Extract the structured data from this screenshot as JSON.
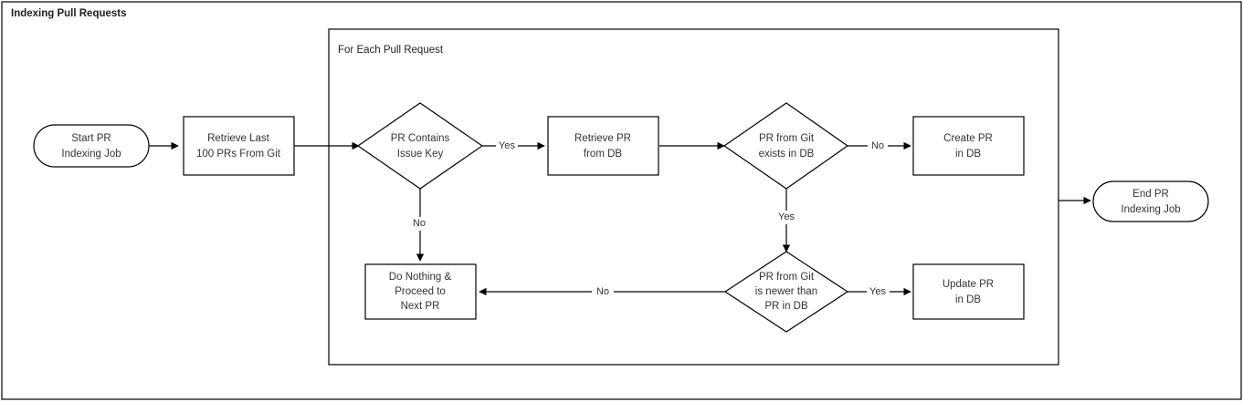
{
  "diagram": {
    "title": "Indexing Pull Requests",
    "frame_label": "For Each Pull Request",
    "colors": {
      "background": "#ffffff",
      "stroke": "#000000",
      "text": "#333333",
      "title_text": "#222222"
    }
  },
  "nodes": {
    "start": {
      "type": "stadium",
      "lines": [
        "Start PR",
        "Indexing Job"
      ]
    },
    "retrieve_git": {
      "type": "rect",
      "lines": [
        "Retrieve Last",
        "100 PRs From Git"
      ]
    },
    "has_issue_key": {
      "type": "diamond",
      "lines": [
        "PR Contains",
        "Issue Key"
      ]
    },
    "do_nothing": {
      "type": "rect",
      "lines": [
        "Do Nothing &",
        "Proceed to",
        "Next PR"
      ]
    },
    "retrieve_db": {
      "type": "rect",
      "lines": [
        "Retrieve PR",
        "from DB"
      ]
    },
    "exists_in_db": {
      "type": "diamond",
      "lines": [
        "PR from Git",
        "exists in DB"
      ]
    },
    "create_pr": {
      "type": "rect",
      "lines": [
        "Create PR",
        "in DB"
      ]
    },
    "is_newer": {
      "type": "diamond",
      "lines": [
        "PR from Git",
        "is newer than",
        "PR in DB"
      ]
    },
    "update_pr": {
      "type": "rect",
      "lines": [
        "Update PR",
        "in DB"
      ]
    },
    "end": {
      "type": "stadium",
      "lines": [
        "End PR",
        "Indexing Job"
      ]
    }
  },
  "edge_labels": {
    "issue_key_yes": "Yes",
    "issue_key_no": "No",
    "exists_no": "No",
    "exists_yes": "Yes",
    "newer_yes": "Yes",
    "newer_no": "No"
  }
}
